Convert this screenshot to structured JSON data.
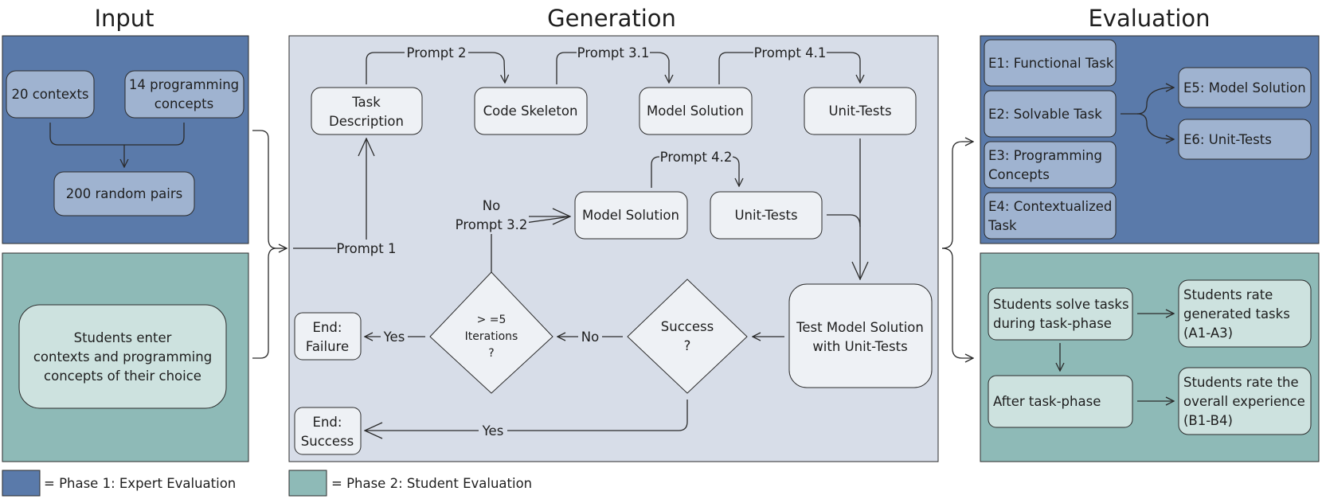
{
  "colors": {
    "phase1": "#5a7aaa",
    "phase2": "#8ebab7",
    "phase1_box": "#9fb3d0",
    "phase2_box": "#cde2df",
    "generation_bg": "#d7dde8",
    "generation_box": "#eef1f5",
    "stroke": "#2b2b2b"
  },
  "headers": {
    "input": "Input",
    "generation": "Generation",
    "evaluation": "Evaluation"
  },
  "input": {
    "contexts": "20 contexts",
    "concepts_line1": "14 programming",
    "concepts_line2": "concepts",
    "pairs": "200 random pairs",
    "students_line1": "Students enter",
    "students_line2": "contexts and programming",
    "students_line3": "concepts of their choice"
  },
  "generation": {
    "task_line1": "Task",
    "task_line2": "Description",
    "code_skeleton": "Code Skeleton",
    "model_solution_top": "Model Solution",
    "unit_tests_top": "Unit-Tests",
    "model_solution_mid": "Model Solution",
    "unit_tests_mid": "Unit-Tests",
    "test_line1": "Test Model Solution",
    "test_line2": "with Unit-Tests",
    "success_line1": "Success",
    "success_line2": "?",
    "iter_line1": "> =5",
    "iter_line2": "Iterations",
    "iter_line3": "?",
    "end_failure_line1": "End:",
    "end_failure_line2": "Failure",
    "end_success_line1": "End:",
    "end_success_line2": "Success",
    "prompt1": "Prompt 1",
    "prompt2": "Prompt 2",
    "prompt31": "Prompt 3.1",
    "prompt41": "Prompt 4.1",
    "prompt42": "Prompt 4.2",
    "no_prompt32_line1": "No",
    "no_prompt32_line2": "Prompt 3.2",
    "no": "No",
    "yes_failure": "Yes",
    "yes_success": "Yes"
  },
  "evaluation": {
    "e1": "E1: Functional Task",
    "e2": "E2: Solvable Task",
    "e3_line1": "E3: Programming",
    "e3_line2": "Concepts",
    "e4_line1": "E4: Contextualized",
    "e4_line2": "Task",
    "e5": "E5: Model Solution",
    "e6": "E6: Unit-Tests",
    "solve_line1": "Students solve tasks",
    "solve_line2": "during task-phase",
    "after": "After task-phase",
    "rate_tasks_line1": "Students rate",
    "rate_tasks_line2": "generated tasks",
    "rate_tasks_line3": "(A1-A3)",
    "rate_exp_line1": "Students rate the",
    "rate_exp_line2": "overall experience",
    "rate_exp_line3": "(B1-B4)"
  },
  "legend": {
    "phase1": "= Phase 1: Expert Evaluation",
    "phase2": "= Phase 2: Student Evaluation"
  }
}
